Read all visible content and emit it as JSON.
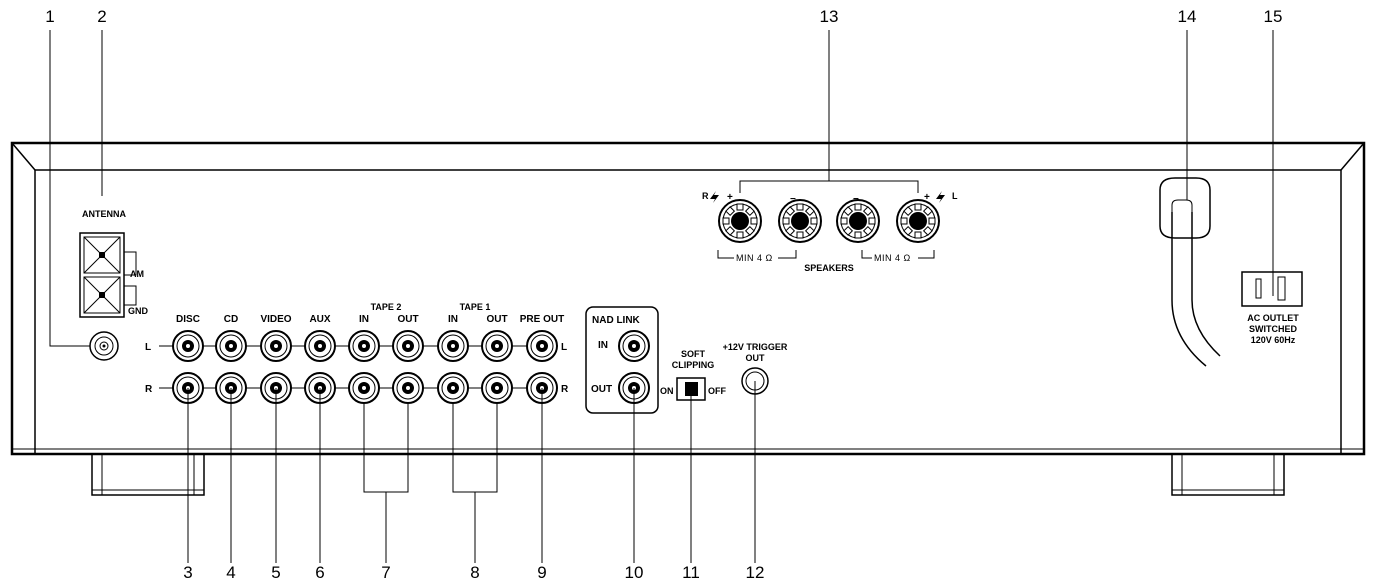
{
  "callouts": [
    "1",
    "2",
    "3",
    "4",
    "5",
    "6",
    "7",
    "8",
    "9",
    "10",
    "11",
    "12",
    "13",
    "14",
    "15"
  ],
  "antenna": {
    "title": "ANTENNA",
    "am": "AM",
    "gnd": "GND"
  },
  "channels": {
    "left": "L",
    "right": "R"
  },
  "inputs": {
    "disc": "DISC",
    "cd": "CD",
    "video": "VIDEO",
    "aux": "AUX",
    "tape2": "TAPE 2",
    "tape1": "TAPE 1",
    "in": "IN",
    "out": "OUT",
    "pre_out": "PRE OUT"
  },
  "nad_link": {
    "title": "NAD  LINK",
    "in": "IN",
    "out": "OUT"
  },
  "soft_clipping": {
    "title_1": "SOFT",
    "title_2": "CLIPPING",
    "on": "ON",
    "off": "OFF"
  },
  "trigger": {
    "line1": "+12V  TRIGGER",
    "line2": "OUT"
  },
  "speakers": {
    "label": "SPEAKERS",
    "min_left": "MIN  4 Ω",
    "min_right": "MIN  4 Ω",
    "r": "R",
    "l": "L",
    "plus": "+",
    "minus": "−"
  },
  "ac_outlet": {
    "line1": "AC  OUTLET",
    "line2": "SWITCHED",
    "line3": "120V   60Hz"
  }
}
